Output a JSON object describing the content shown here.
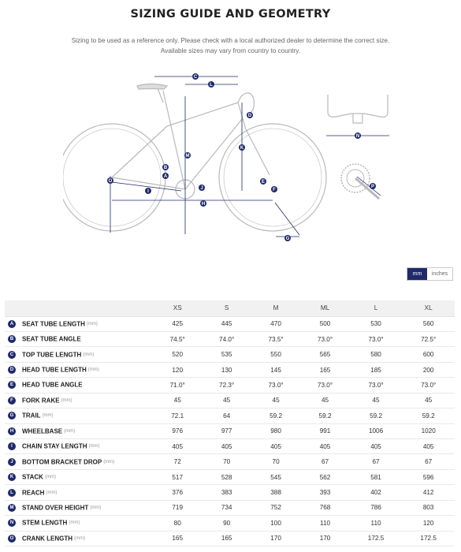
{
  "header": {
    "title": "SIZING GUIDE AND GEOMETRY",
    "note_line1": "Sizing to be used as a reference only. Please check with a local authorized dealer to determine the correct size.",
    "note_line2": "Available sizes may vary from country to country."
  },
  "units": {
    "mm": "mm",
    "inches": "inches",
    "selected": "mm"
  },
  "colors": {
    "accent": "#1f2a6b",
    "bike_outline": "#b9b9b9"
  },
  "diagram_labels": [
    "A",
    "B",
    "C",
    "D",
    "E",
    "F",
    "G",
    "H",
    "I",
    "J",
    "K",
    "L",
    "M",
    "N",
    "O",
    "P"
  ],
  "table": {
    "sizes": [
      "XS",
      "S",
      "M",
      "ML",
      "L",
      "XL"
    ],
    "rows": [
      {
        "letter": "A",
        "name": "SEAT TUBE LENGTH",
        "unit": "(mm)",
        "values": [
          "425",
          "445",
          "470",
          "500",
          "530",
          "560"
        ]
      },
      {
        "letter": "B",
        "name": "SEAT TUBE ANGLE",
        "unit": "",
        "values": [
          "74.5°",
          "74.0°",
          "73.5°",
          "73.0°",
          "73.0°",
          "72.5°"
        ]
      },
      {
        "letter": "C",
        "name": "TOP TUBE LENGTH",
        "unit": "(mm)",
        "values": [
          "520",
          "535",
          "550",
          "565",
          "580",
          "600"
        ]
      },
      {
        "letter": "D",
        "name": "HEAD TUBE LENGTH",
        "unit": "(mm)",
        "values": [
          "120",
          "130",
          "145",
          "165",
          "185",
          "200"
        ]
      },
      {
        "letter": "E",
        "name": "HEAD TUBE ANGLE",
        "unit": "",
        "values": [
          "71.0°",
          "72.3°",
          "73.0°",
          "73.0°",
          "73.0°",
          "73.0°"
        ]
      },
      {
        "letter": "F",
        "name": "FORK RAKE",
        "unit": "(mm)",
        "values": [
          "45",
          "45",
          "45",
          "45",
          "45",
          "45"
        ]
      },
      {
        "letter": "G",
        "name": "TRAIL",
        "unit": "(mm)",
        "values": [
          "72.1",
          "64",
          "59.2",
          "59.2",
          "59.2",
          "59.2"
        ]
      },
      {
        "letter": "H",
        "name": "WHEELBASE",
        "unit": "(mm)",
        "values": [
          "976",
          "977",
          "980",
          "991",
          "1006",
          "1020"
        ]
      },
      {
        "letter": "I",
        "name": "CHAIN STAY LENGTH",
        "unit": "(mm)",
        "values": [
          "405",
          "405",
          "405",
          "405",
          "405",
          "405"
        ]
      },
      {
        "letter": "J",
        "name": "BOTTOM BRACKET DROP",
        "unit": "(mm)",
        "values": [
          "72",
          "70",
          "70",
          "67",
          "67",
          "67"
        ]
      },
      {
        "letter": "K",
        "name": "STACK",
        "unit": "(mm)",
        "values": [
          "517",
          "528",
          "545",
          "562",
          "581",
          "596"
        ]
      },
      {
        "letter": "L",
        "name": "REACH",
        "unit": "(mm)",
        "values": [
          "376",
          "383",
          "388",
          "393",
          "402",
          "412"
        ]
      },
      {
        "letter": "M",
        "name": "STAND OVER HEIGHT",
        "unit": "(mm)",
        "values": [
          "719",
          "734",
          "752",
          "768",
          "786",
          "803"
        ]
      },
      {
        "letter": "N",
        "name": "STEM LENGTH",
        "unit": "(mm)",
        "values": [
          "80",
          "90",
          "100",
          "110",
          "110",
          "120"
        ]
      },
      {
        "letter": "O",
        "name": "CRANK LENGTH",
        "unit": "(mm)",
        "values": [
          "165",
          "165",
          "170",
          "170",
          "172.5",
          "172.5"
        ]
      }
    ]
  }
}
